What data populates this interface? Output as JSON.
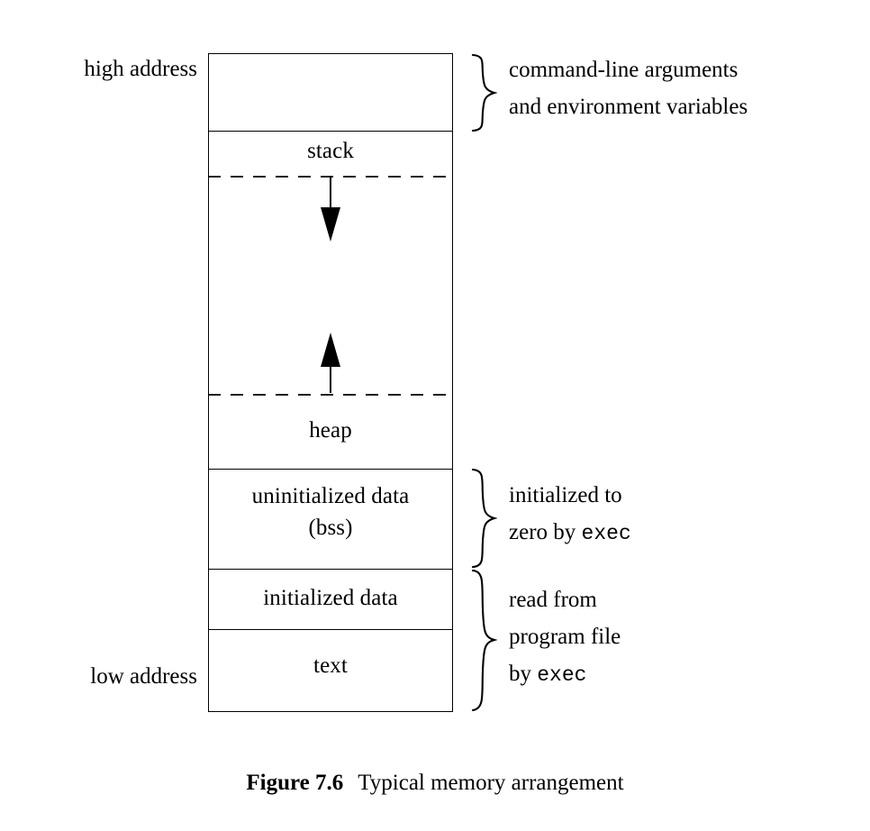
{
  "figure": {
    "caption_label": "Figure 7.6",
    "caption_title": "Typical memory arrangement"
  },
  "address_labels": {
    "high": "high address",
    "low": "low address"
  },
  "segments": [
    {
      "id": "args-env",
      "label": ""
    },
    {
      "id": "stack",
      "label": "stack"
    },
    {
      "id": "stack-growth-gap",
      "label": ""
    },
    {
      "id": "heap",
      "label": "heap"
    },
    {
      "id": "uninitialized-data",
      "label": "uninitialized data",
      "label2": "(bss)"
    },
    {
      "id": "initialized-data",
      "label": "initialized data"
    },
    {
      "id": "text",
      "label": "text"
    }
  ],
  "annotations": [
    {
      "id": "args-env-annotation",
      "lines": [
        {
          "text": "command-line arguments",
          "mono": ""
        },
        {
          "text": "and environment variables",
          "mono": ""
        }
      ]
    },
    {
      "id": "bss-annotation",
      "lines": [
        {
          "text": "initialized to",
          "mono": ""
        },
        {
          "text": "zero by ",
          "mono": "exec"
        }
      ]
    },
    {
      "id": "text-data-annotation",
      "lines": [
        {
          "text": "read from",
          "mono": ""
        },
        {
          "text": "program file",
          "mono": ""
        },
        {
          "text": "by ",
          "mono": "exec"
        }
      ]
    }
  ],
  "arrows": [
    {
      "id": "stack-grows-down-arrow",
      "direction": "down"
    },
    {
      "id": "heap-grows-up-arrow",
      "direction": "up"
    }
  ],
  "colors": {
    "ink": "#000000",
    "paper": "#ffffff"
  }
}
